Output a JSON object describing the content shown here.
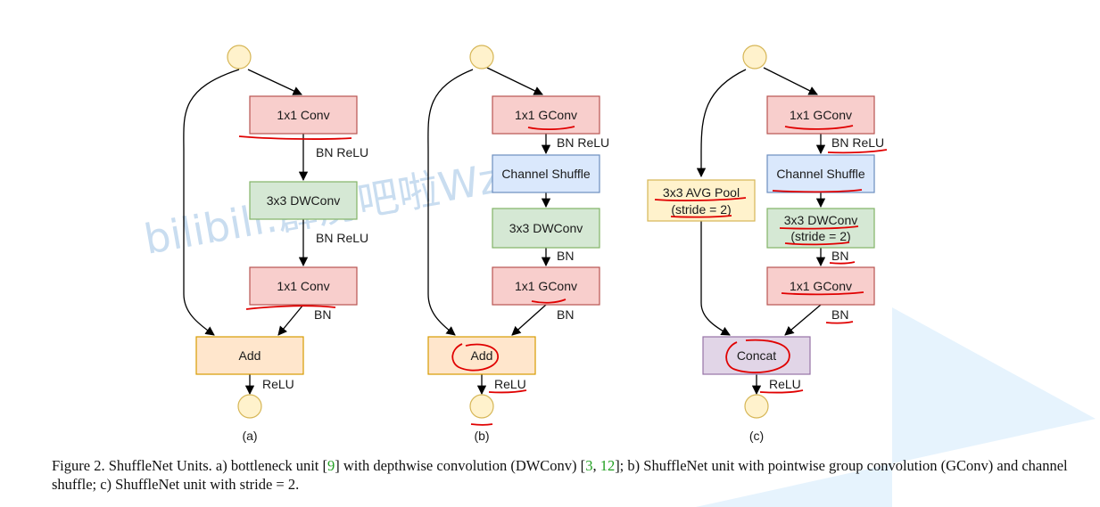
{
  "colors": {
    "conv_fill": "#f8cecc",
    "conv_stroke": "#b85450",
    "dw_fill": "#d5e8d4",
    "dw_stroke": "#82b366",
    "shuffle_fill": "#dae8fc",
    "shuffle_stroke": "#6c8ebf",
    "add_fill": "#ffe6cc",
    "add_stroke": "#d79b00",
    "pool_fill": "#fff2cc",
    "pool_stroke": "#d6b656",
    "concat_fill": "#e1d5e7",
    "concat_stroke": "#9673a6",
    "node_fill": "#fff2cc",
    "node_stroke": "#d6b656",
    "annotation": "#e00000",
    "watermark": "#c9ddf0"
  },
  "panels": {
    "a": {
      "label": "(a)",
      "conv1": "1x1 Conv",
      "bn_relu_1": "BN ReLU",
      "dwconv": "3x3 DWConv",
      "bn_relu_2": "BN ReLU",
      "conv2": "1x1 Conv",
      "bn": "BN",
      "add": "Add",
      "relu": "ReLU"
    },
    "b": {
      "label": "(b)",
      "gconv1": "1x1 GConv",
      "bn_relu": "BN ReLU",
      "shuffle": "Channel Shuffle",
      "dwconv": "3x3 DWConv",
      "bn_1": "BN",
      "gconv2": "1x1 GConv",
      "bn_2": "BN",
      "add": "Add",
      "relu": "ReLU"
    },
    "c": {
      "label": "(c)",
      "gconv1": "1x1 GConv",
      "bn_relu": "BN ReLU",
      "shuffle": "Channel Shuffle",
      "dwconv_line1": "3x3 DWConv",
      "dwconv_line2": "(stride = 2)",
      "bn_1": "BN",
      "gconv2": "1x1 GConv",
      "bn_2": "BN",
      "pool_line1": "3x3 AVG Pool",
      "pool_line2": "(stride = 2)",
      "concat": "Concat",
      "relu": "ReLU"
    }
  },
  "watermark": "bilibili:霹雳吧啦Wz",
  "caption": {
    "part1": "Figure 2. ShuffleNet Units. a) bottleneck unit [",
    "cite1": "9",
    "part2": "] with depthwise convolution (DWConv) [",
    "cite2": "3",
    "sep": ", ",
    "cite3": "12",
    "part3": "]; b) ShuffleNet unit with pointwise group convolution (GConv) and channel shuffle; c) ShuffleNet unit with stride = 2."
  }
}
